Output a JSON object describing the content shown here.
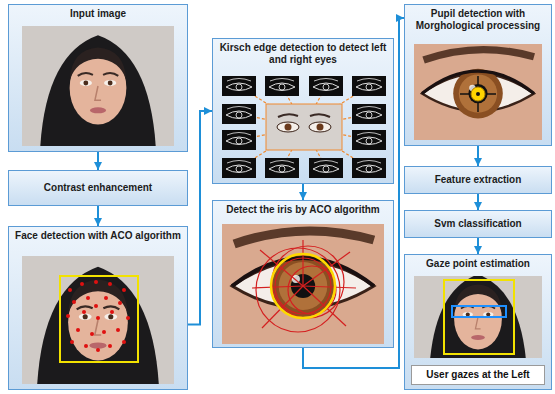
{
  "diagram": {
    "nodes": [
      {
        "text": [
          "Input image"
        ]
      },
      {
        "text": [
          "Contrast enhancement"
        ]
      },
      {
        "text": [
          "Face detection with ACO algorithm"
        ]
      },
      {
        "text": [
          "Kirsch edge detection to detect left and right eyes"
        ]
      },
      {
        "text": [
          "Detect the iris by ACO algorithm"
        ]
      },
      {
        "text": [
          "Pupil detection with Morghological processing"
        ]
      },
      {
        "text": [
          "Feature extraction"
        ]
      },
      {
        "text": [
          "Svm classification"
        ]
      },
      {
        "text": [
          "Gaze point estimation",
          "User gazes at the Left"
        ]
      }
    ],
    "edges": [
      {
        "from": 0,
        "to": 1,
        "arrow": "to"
      },
      {
        "from": 1,
        "to": 2,
        "arrow": "to"
      },
      {
        "from": 2,
        "to": 3,
        "arrow": "to"
      },
      {
        "from": 3,
        "to": 4,
        "arrow": "to"
      },
      {
        "from": 4,
        "to": 5,
        "arrow": "to"
      },
      {
        "from": 5,
        "to": 6,
        "arrow": "to"
      },
      {
        "from": 6,
        "to": 7,
        "arrow": "to"
      },
      {
        "from": 7,
        "to": 8,
        "arrow": "to"
      }
    ]
  }
}
